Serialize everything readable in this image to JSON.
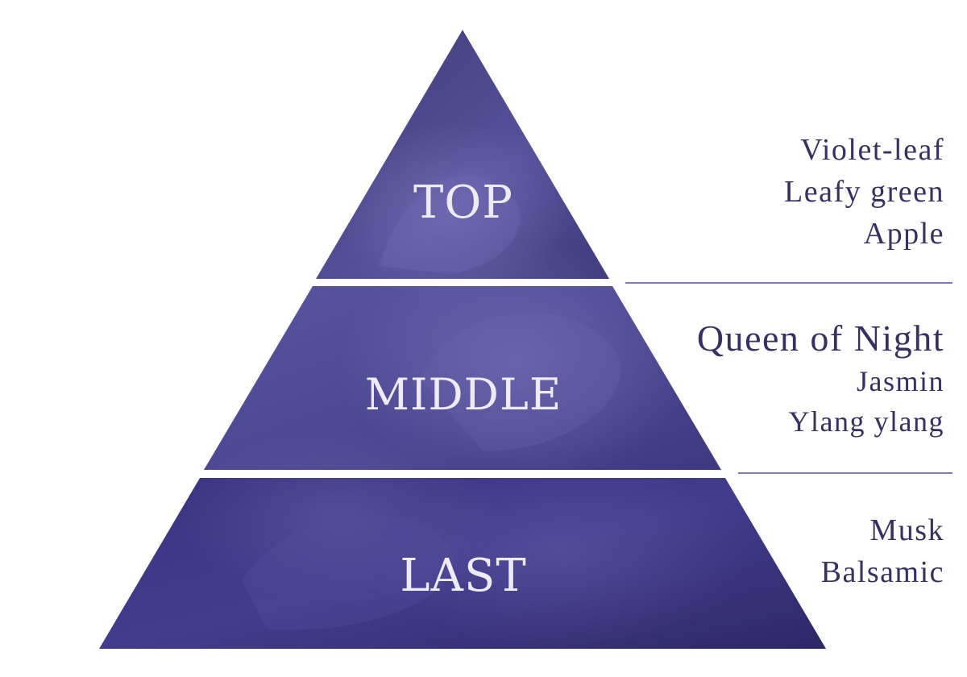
{
  "colors": {
    "tier_top": "#4b4787",
    "tier_middle": "#4f4a92",
    "tier_last": "#3d3583",
    "label_text": "#eeeaf6",
    "notes_text": "#3a2f63",
    "separator": "#8079ad"
  },
  "tiers": [
    {
      "id": "top",
      "label": "TOP",
      "notes": [
        "Violet-leaf",
        "Leafy green",
        "Apple"
      ]
    },
    {
      "id": "middle",
      "label": "MIDDLE",
      "notes": [
        "Queen of Night",
        "Jasmin",
        "Ylang ylang"
      ]
    },
    {
      "id": "last",
      "label": "LAST",
      "notes": [
        "Musk",
        "Balsamic"
      ]
    }
  ]
}
